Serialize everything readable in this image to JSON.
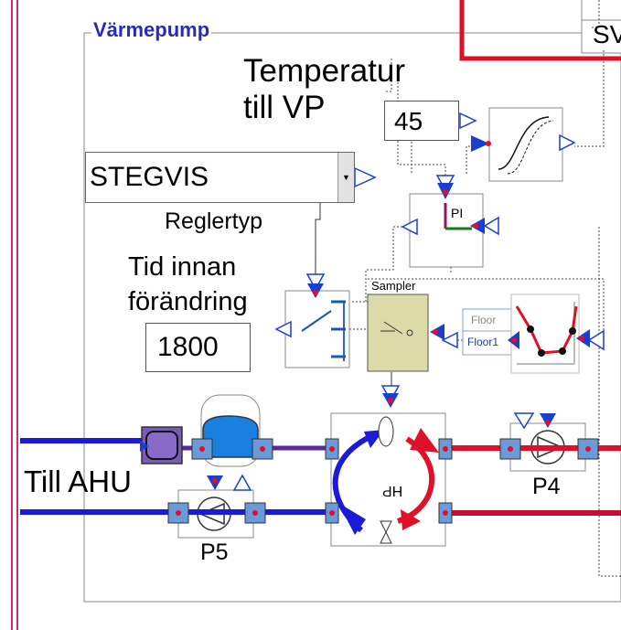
{
  "group": {
    "title": "Värmepump"
  },
  "temperature": {
    "label_line1": "Temperatur",
    "label_line2": "till VP",
    "value": "45"
  },
  "control_type": {
    "selected": "STEGVIS",
    "label": "Reglertyp"
  },
  "delay": {
    "label_line1": "Tid innan",
    "label_line2": "förändring",
    "value": "1800"
  },
  "blocks": {
    "sampler": "Sampler",
    "pi": "PI",
    "floor": "Floor",
    "floor1": "Floor1",
    "heat_pump": "HP",
    "sv": "SV"
  },
  "pumps": {
    "p4": "P4",
    "p5": "P5"
  },
  "outlet": {
    "label": "Till AHU"
  },
  "colors": {
    "title": "#2a2ab8",
    "hot_pipe": "#e0102a",
    "cold_pipe": "#1a1ad8",
    "purple_pipe": "#5a2a9a",
    "frame_border": "#c0306a",
    "signal_port": "#1a3fd0"
  }
}
